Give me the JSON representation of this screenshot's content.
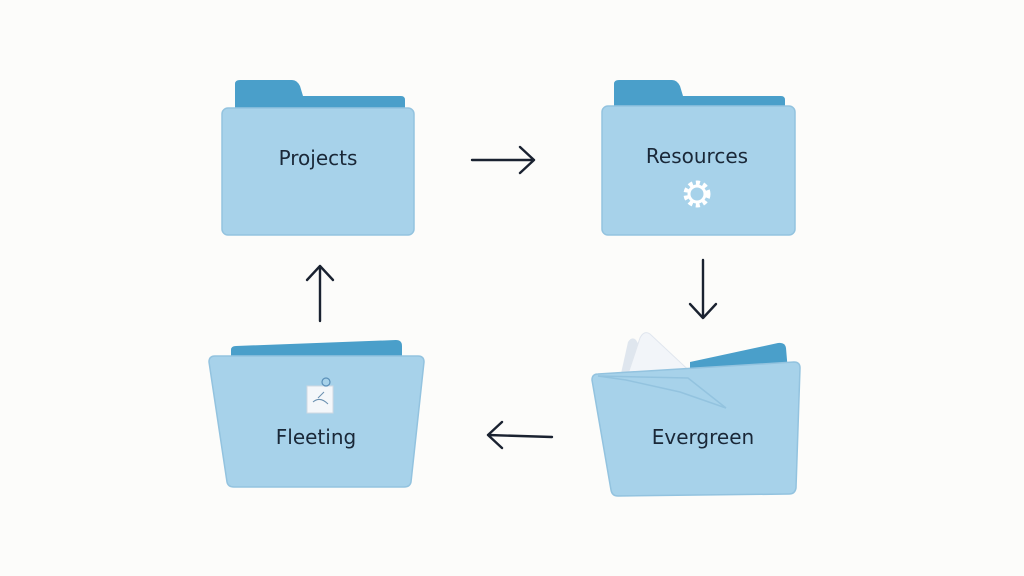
{
  "folders": {
    "projects": {
      "label": "Projects",
      "icon": "none"
    },
    "resources": {
      "label": "Resources",
      "icon": "gear-icon"
    },
    "evergreen": {
      "label": "Evergreen",
      "icon": "paper-sheet-icon"
    },
    "fleeting": {
      "label": "Fleeting",
      "icon": "sticky-note-icon"
    }
  },
  "flow": [
    "Projects",
    "Resources",
    "Evergreen",
    "Fleeting",
    "Projects"
  ],
  "colors": {
    "folder_front": "#a7d2ea",
    "folder_back": "#4a9fca",
    "text": "#1a2838",
    "background": "#fcfcfa"
  }
}
